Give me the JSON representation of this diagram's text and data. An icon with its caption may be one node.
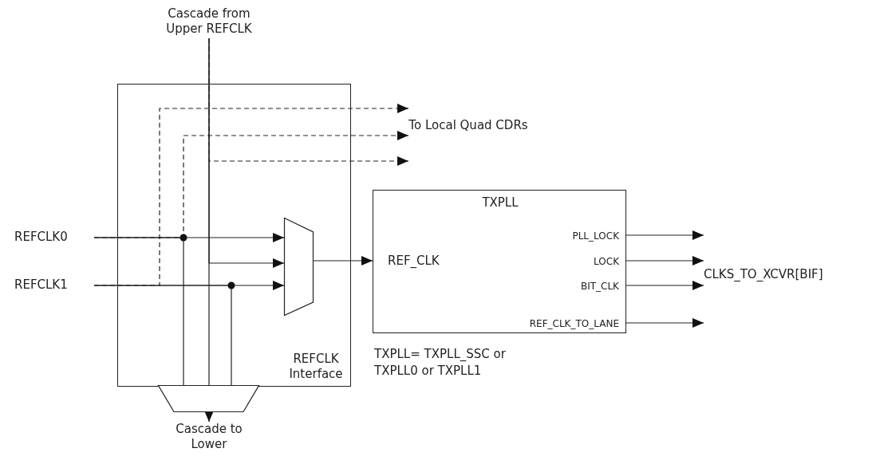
{
  "diagram": {
    "nodes": [
      {
        "text": [
          "REFCLK Interface"
        ]
      },
      {
        "text": [],
        "shape": "trapezoid",
        "in": 0
      },
      {
        "text": [],
        "shape": "trapezoid"
      },
      {
        "text": [
          "TXPLL",
          "REF_CLK",
          "PLL_LOCK",
          "LOCK",
          "BIT_CLK",
          "REF_CLK_TO_LANE"
        ],
        "beside": [
          "TXPLL= TXPLL_SSC or TXPLL0 or TXPLL1"
        ]
      },
      {
        "text": [
          "REFCLK0"
        ]
      },
      {
        "text": [
          "REFCLK1"
        ]
      },
      {
        "text": [
          "Cascade from Upper REFCLK"
        ]
      },
      {
        "text": [
          "Cascade to Lower"
        ]
      },
      {
        "text": [
          "To Local Quad CDRs"
        ]
      },
      {
        "text": [
          "CLKS_TO_XCVR[BIF]"
        ]
      }
    ],
    "edges": [
      {
        "from": 4,
        "to": 1,
        "arrow": "to"
      },
      {
        "from": 4,
        "to": 2,
        "arrow": "none"
      },
      {
        "from": 4,
        "to": 8,
        "arrow": "to",
        "style": "dashed"
      },
      {
        "from": 5,
        "to": 1,
        "arrow": "to"
      },
      {
        "from": 5,
        "to": 2,
        "arrow": "none"
      },
      {
        "from": 5,
        "to": 8,
        "arrow": "to",
        "style": "dashed"
      },
      {
        "from": 6,
        "to": 1,
        "arrow": "to"
      },
      {
        "from": 6,
        "to": 2,
        "arrow": "none"
      },
      {
        "from": 6,
        "to": 8,
        "arrow": "to",
        "style": "dashed"
      },
      {
        "from": 2,
        "to": 7,
        "arrow": "to"
      },
      {
        "from": 1,
        "to": 3,
        "arrow": "to"
      },
      {
        "from": 3,
        "to": 9,
        "arrow": "to"
      },
      {
        "from": 3,
        "to": 9,
        "arrow": "to"
      },
      {
        "from": 3,
        "to": 9,
        "arrow": "to"
      },
      {
        "from": 3,
        "to": 9,
        "arrow": "to"
      }
    ]
  }
}
